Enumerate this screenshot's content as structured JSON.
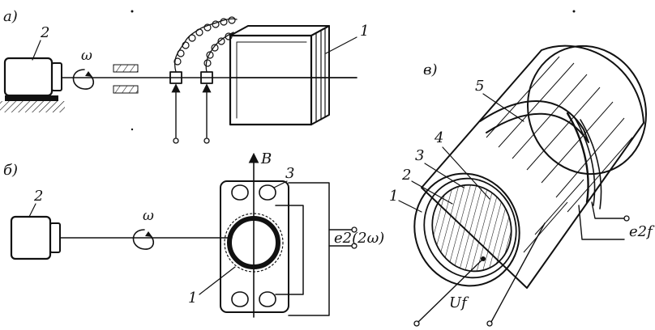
{
  "panels": {
    "a": {
      "label": "а)",
      "motor_label": "2",
      "omega": "ω",
      "sample_label": "1"
    },
    "b": {
      "label": "б)",
      "motor_label": "2",
      "omega": "ω",
      "field_label": "B",
      "coil_label": "3",
      "sample_label": "1",
      "emf_label": "e2(2ω)"
    },
    "c": {
      "label": "в)",
      "labels": [
        "5",
        "4",
        "3",
        "2",
        "1"
      ],
      "emf_label": "e2f",
      "voltage_label": "Uf"
    }
  }
}
